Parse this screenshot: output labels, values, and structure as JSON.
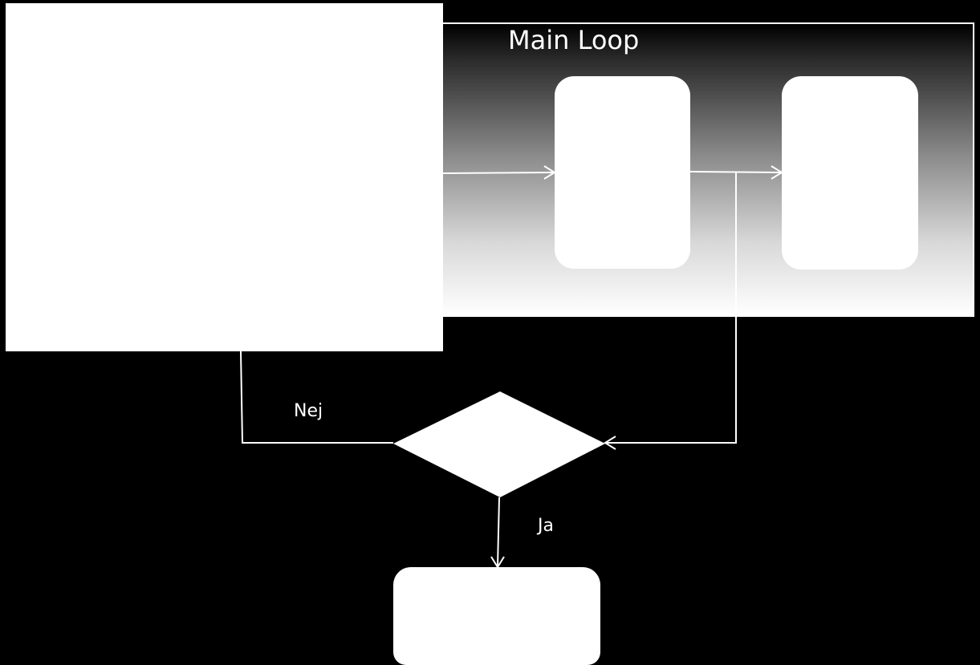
{
  "diagram": {
    "loop_title": "Main Loop",
    "edge_labels": {
      "no": "Nej",
      "yes": "Ja"
    },
    "colors": {
      "background": "#000000",
      "shapes": "#ffffff",
      "lines": "#ffffff"
    }
  }
}
